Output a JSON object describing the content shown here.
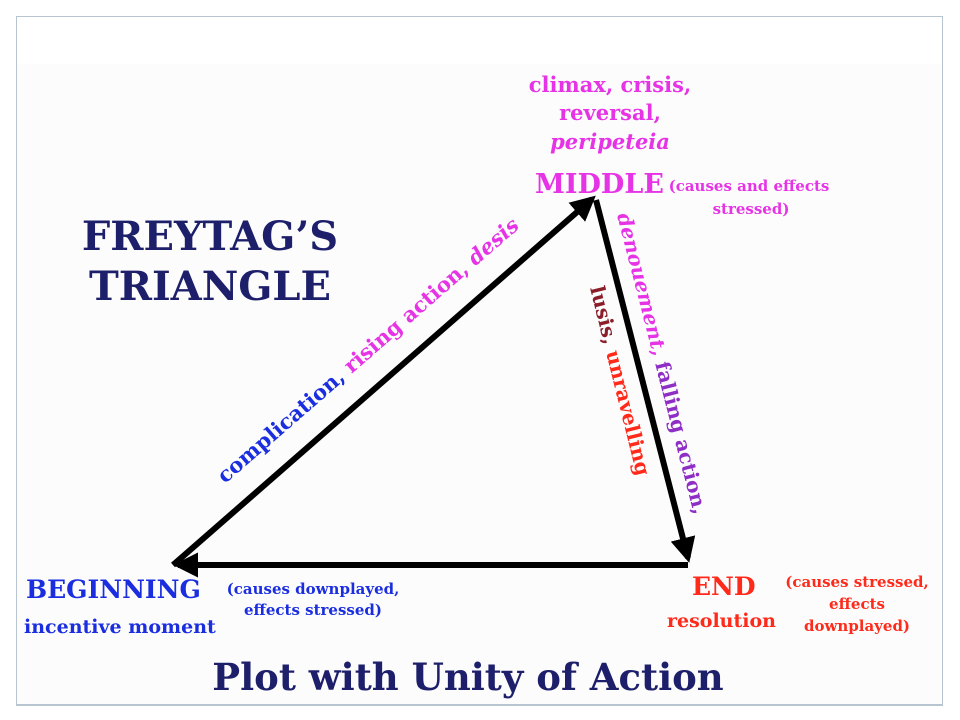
{
  "colors": {
    "navy": "#1d1f6b",
    "blue": "#1a2ee0",
    "magenta": "#e633e6",
    "red": "#ff2a1a",
    "maroon": "#8a1f2a",
    "arrow": "#000000"
  },
  "title": {
    "line1": "FREYTAG’S",
    "line2": "TRIANGLE"
  },
  "middle": {
    "above": {
      "line1": "climax, crisis,",
      "line2": "reversal,",
      "line3": "peripeteia"
    },
    "label": "MIDDLE",
    "note": {
      "line1": "(causes and effects",
      "line2": "stressed)"
    }
  },
  "rising": {
    "part1": "complication, ",
    "part2": "rising action, ",
    "part3": "desis"
  },
  "falling": {
    "part1": "denouement, ",
    "part2": "falling action,"
  },
  "lusis": {
    "part1": "lusis, ",
    "part2": "unravelling"
  },
  "beginning": {
    "label": "BEGINNING",
    "sub": "incentive moment",
    "note": {
      "line1": "(causes downplayed,",
      "line2": "effects stressed)"
    }
  },
  "end": {
    "label": "END",
    "sub": "resolution",
    "note": {
      "line1": "(causes stressed,",
      "line2": "effects",
      "line3": "downplayed)"
    }
  },
  "caption": "Plot with Unity of Action"
}
